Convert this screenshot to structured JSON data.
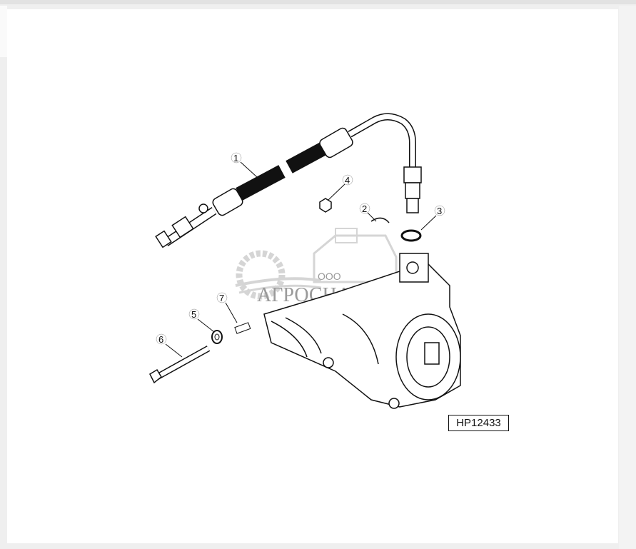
{
  "diagram": {
    "figure_id": "HP12433",
    "callouts": [
      "1",
      "2",
      "3",
      "4",
      "5",
      "6",
      "7"
    ],
    "parts": [
      "hose-assembly",
      "clip",
      "o-ring",
      "nut",
      "washer",
      "bolt",
      "pin",
      "compressor"
    ]
  },
  "watermark": {
    "prefix": "ООО",
    "name": "АГРОСНАБ"
  }
}
